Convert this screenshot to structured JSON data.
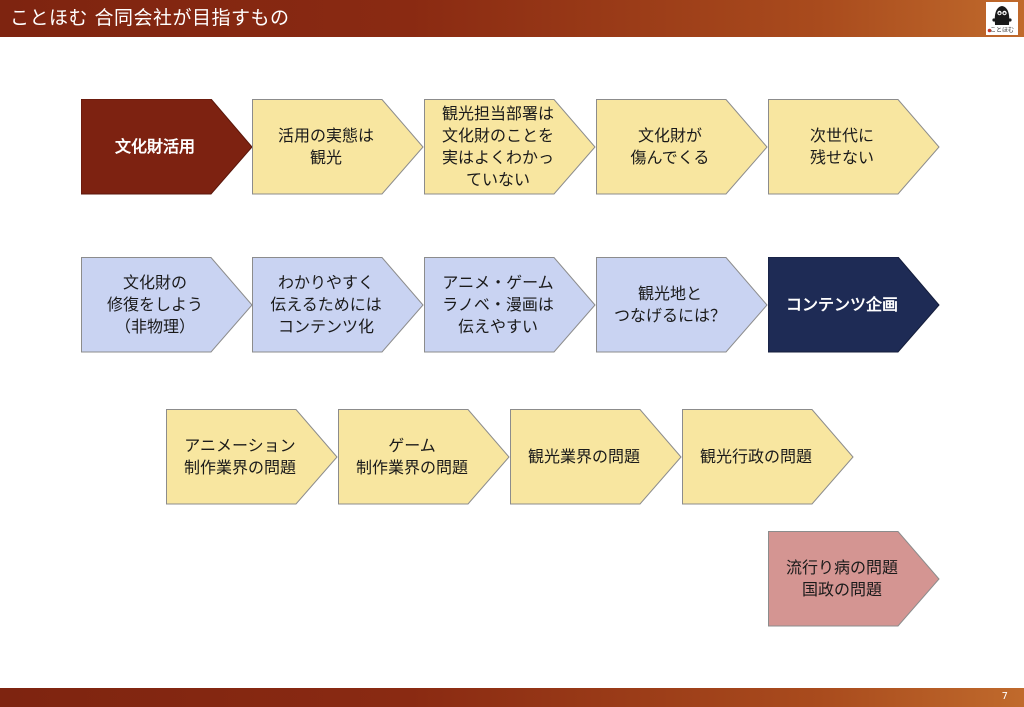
{
  "header": {
    "title": "ことほむ 合同会社が目指すもの",
    "logo_text": "ことほむ"
  },
  "footer": {
    "page_number": "7"
  },
  "colors": {
    "brown": "#7d2211",
    "yellow": "#f8e6a0",
    "lavender": "#c9d3f2",
    "navy": "#1e2b55",
    "pink": "#d49592",
    "outline": "#8c8c8c"
  },
  "rows": [
    [
      {
        "label": "文化財活用",
        "style": "brown"
      },
      {
        "label": "活用の実態は\n観光",
        "style": "yellow"
      },
      {
        "label": "観光担当部署は\n文化財のことを\n実はよくわかっ\nていない",
        "style": "yellow"
      },
      {
        "label": "文化財が\n傷んでくる",
        "style": "yellow"
      },
      {
        "label": "次世代に\n残せない",
        "style": "yellow"
      }
    ],
    [
      {
        "label": "文化財の\n修復をしよう\n（非物理）",
        "style": "lavender"
      },
      {
        "label": "わかりやすく\n伝えるためには\nコンテンツ化",
        "style": "lavender"
      },
      {
        "label": "アニメ・ゲーム\nラノベ・漫画は\n伝えやすい",
        "style": "lavender"
      },
      {
        "label": "観光地と\nつなげるには？",
        "style": "lavender"
      },
      {
        "label": "コンテンツ企画",
        "style": "navy"
      }
    ],
    [
      {
        "label": "アニメーション\n制作業界の問題",
        "style": "yellow"
      },
      {
        "label": "ゲーム\n制作業界の問題",
        "style": "yellow"
      },
      {
        "label": "観光業界の問題",
        "style": "yellow"
      },
      {
        "label": "観光行政の問題",
        "style": "yellow"
      }
    ],
    [
      {
        "label": "流行り病の問題\n国政の問題",
        "style": "pink"
      }
    ]
  ]
}
